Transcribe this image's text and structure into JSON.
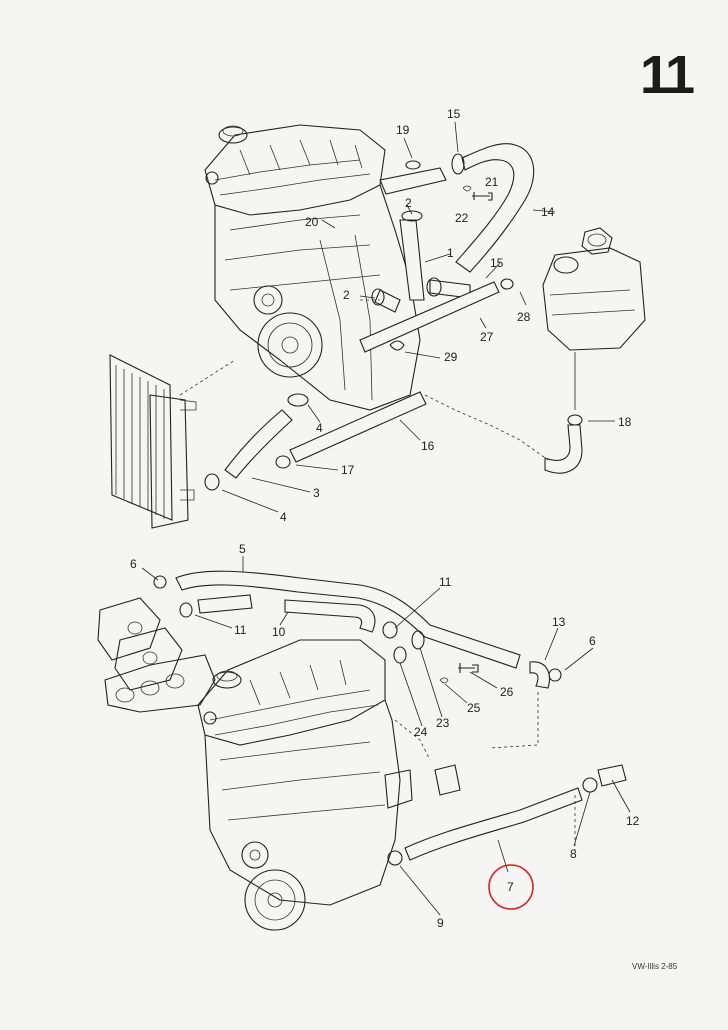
{
  "page": {
    "number": "11",
    "footer": "VW-Illis 2-85"
  },
  "callouts": {
    "top": [
      "19",
      "15",
      "2",
      "21",
      "22",
      "14",
      "20",
      "1",
      "15",
      "28",
      "2",
      "27",
      "29",
      "18",
      "16",
      "4",
      "17",
      "3",
      "4"
    ],
    "bottom": [
      "5",
      "6",
      "11",
      "11",
      "10",
      "13",
      "6",
      "26",
      "25",
      "23",
      "24",
      "12",
      "8",
      "9",
      "7"
    ]
  },
  "highlight": {
    "callout": "7",
    "color": "#d22222"
  }
}
